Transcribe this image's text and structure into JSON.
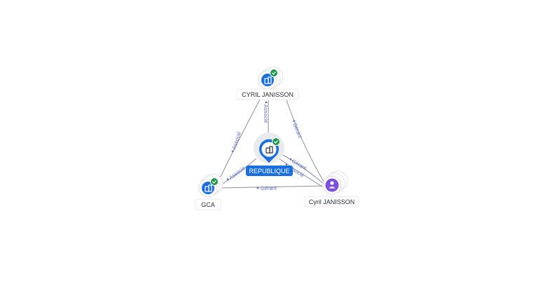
{
  "colors": {
    "company": "#1a6fe0",
    "person": "#7d4fe0",
    "verified": "#1e9b4a",
    "edge_label": "#5b6bd6",
    "edge": "#8c8f99"
  },
  "nodes": {
    "cyril_top": {
      "label": "CYRIL JANISSON",
      "type": "company",
      "icon": "building-icon",
      "verified": true
    },
    "republique": {
      "label": "REPUBLIQUE",
      "type": "company",
      "icon": "building-icon",
      "verified": true,
      "focus": true
    },
    "gca": {
      "label": "GCA",
      "type": "company",
      "icon": "building-icon",
      "verified": true
    },
    "cyril_person": {
      "label": "Cyril JANISSON",
      "type": "person",
      "icon": "person-icon",
      "verified": false
    }
  },
  "edges": {
    "top_to_center": "Associé",
    "top_to_gca": "Associé",
    "top_to_person": "Gérant",
    "person_to_center_1": "Gérant",
    "person_to_center_2": "Associé",
    "center_to_gca": "Associé",
    "person_to_gca": "Gérant"
  }
}
